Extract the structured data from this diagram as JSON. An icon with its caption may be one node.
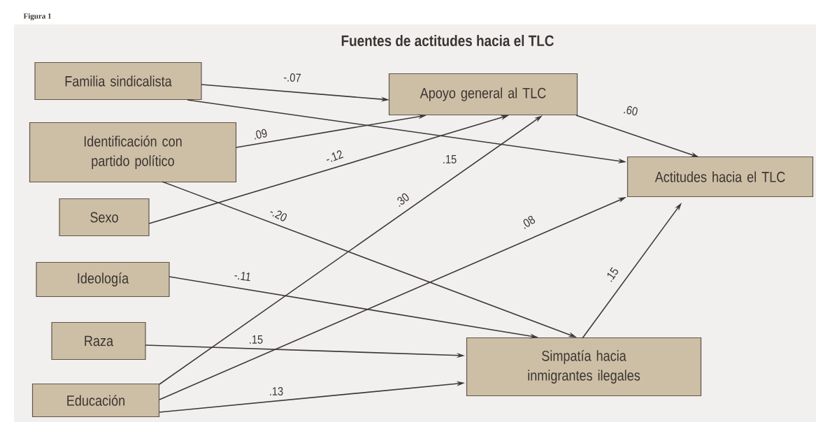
{
  "diagram": {
    "title": "Fuentes de actitudes hacia el TLC",
    "nodes": [
      {
        "text": [
          "Familia sindicalista"
        ]
      },
      {
        "text": [
          "Identificación con partido político"
        ]
      },
      {
        "text": [
          "Sexo"
        ]
      },
      {
        "text": [
          "Ideología"
        ]
      },
      {
        "text": [
          "Raza"
        ]
      },
      {
        "text": [
          "Educación"
        ]
      },
      {
        "text": [
          "Apoyo general al TLC"
        ]
      },
      {
        "text": [
          "Actitudes hacia el TLC"
        ]
      },
      {
        "text": [
          "Simpatía hacia inmigrantes ilegales"
        ]
      }
    ],
    "edges": [
      {
        "from": 0,
        "to": 6,
        "arrow": "to",
        "label": "-.07"
      },
      {
        "from": 0,
        "to": 7,
        "arrow": "to",
        "label": ".15"
      },
      {
        "from": 1,
        "to": 6,
        "arrow": "to",
        "label": ".09"
      },
      {
        "from": 2,
        "to": 6,
        "arrow": "to",
        "label": "-.12"
      },
      {
        "from": 5,
        "to": 6,
        "arrow": "to",
        "label": ".30"
      },
      {
        "from": 1,
        "to": 8,
        "arrow": "to",
        "label": "-.20"
      },
      {
        "from": 5,
        "to": 7,
        "arrow": "to",
        "label": ".08"
      },
      {
        "from": 3,
        "to": 8,
        "arrow": "to",
        "label": "-.11"
      },
      {
        "from": 4,
        "to": 8,
        "arrow": "to",
        "label": ".15"
      },
      {
        "from": 5,
        "to": 8,
        "arrow": "to",
        "label": ".13"
      },
      {
        "from": 6,
        "to": 7,
        "arrow": "to",
        "label": ".60"
      },
      {
        "from": 8,
        "to": 7,
        "arrow": "to",
        "label": ".15"
      }
    ],
    "labels": [
      "Figura 1"
    ]
  }
}
